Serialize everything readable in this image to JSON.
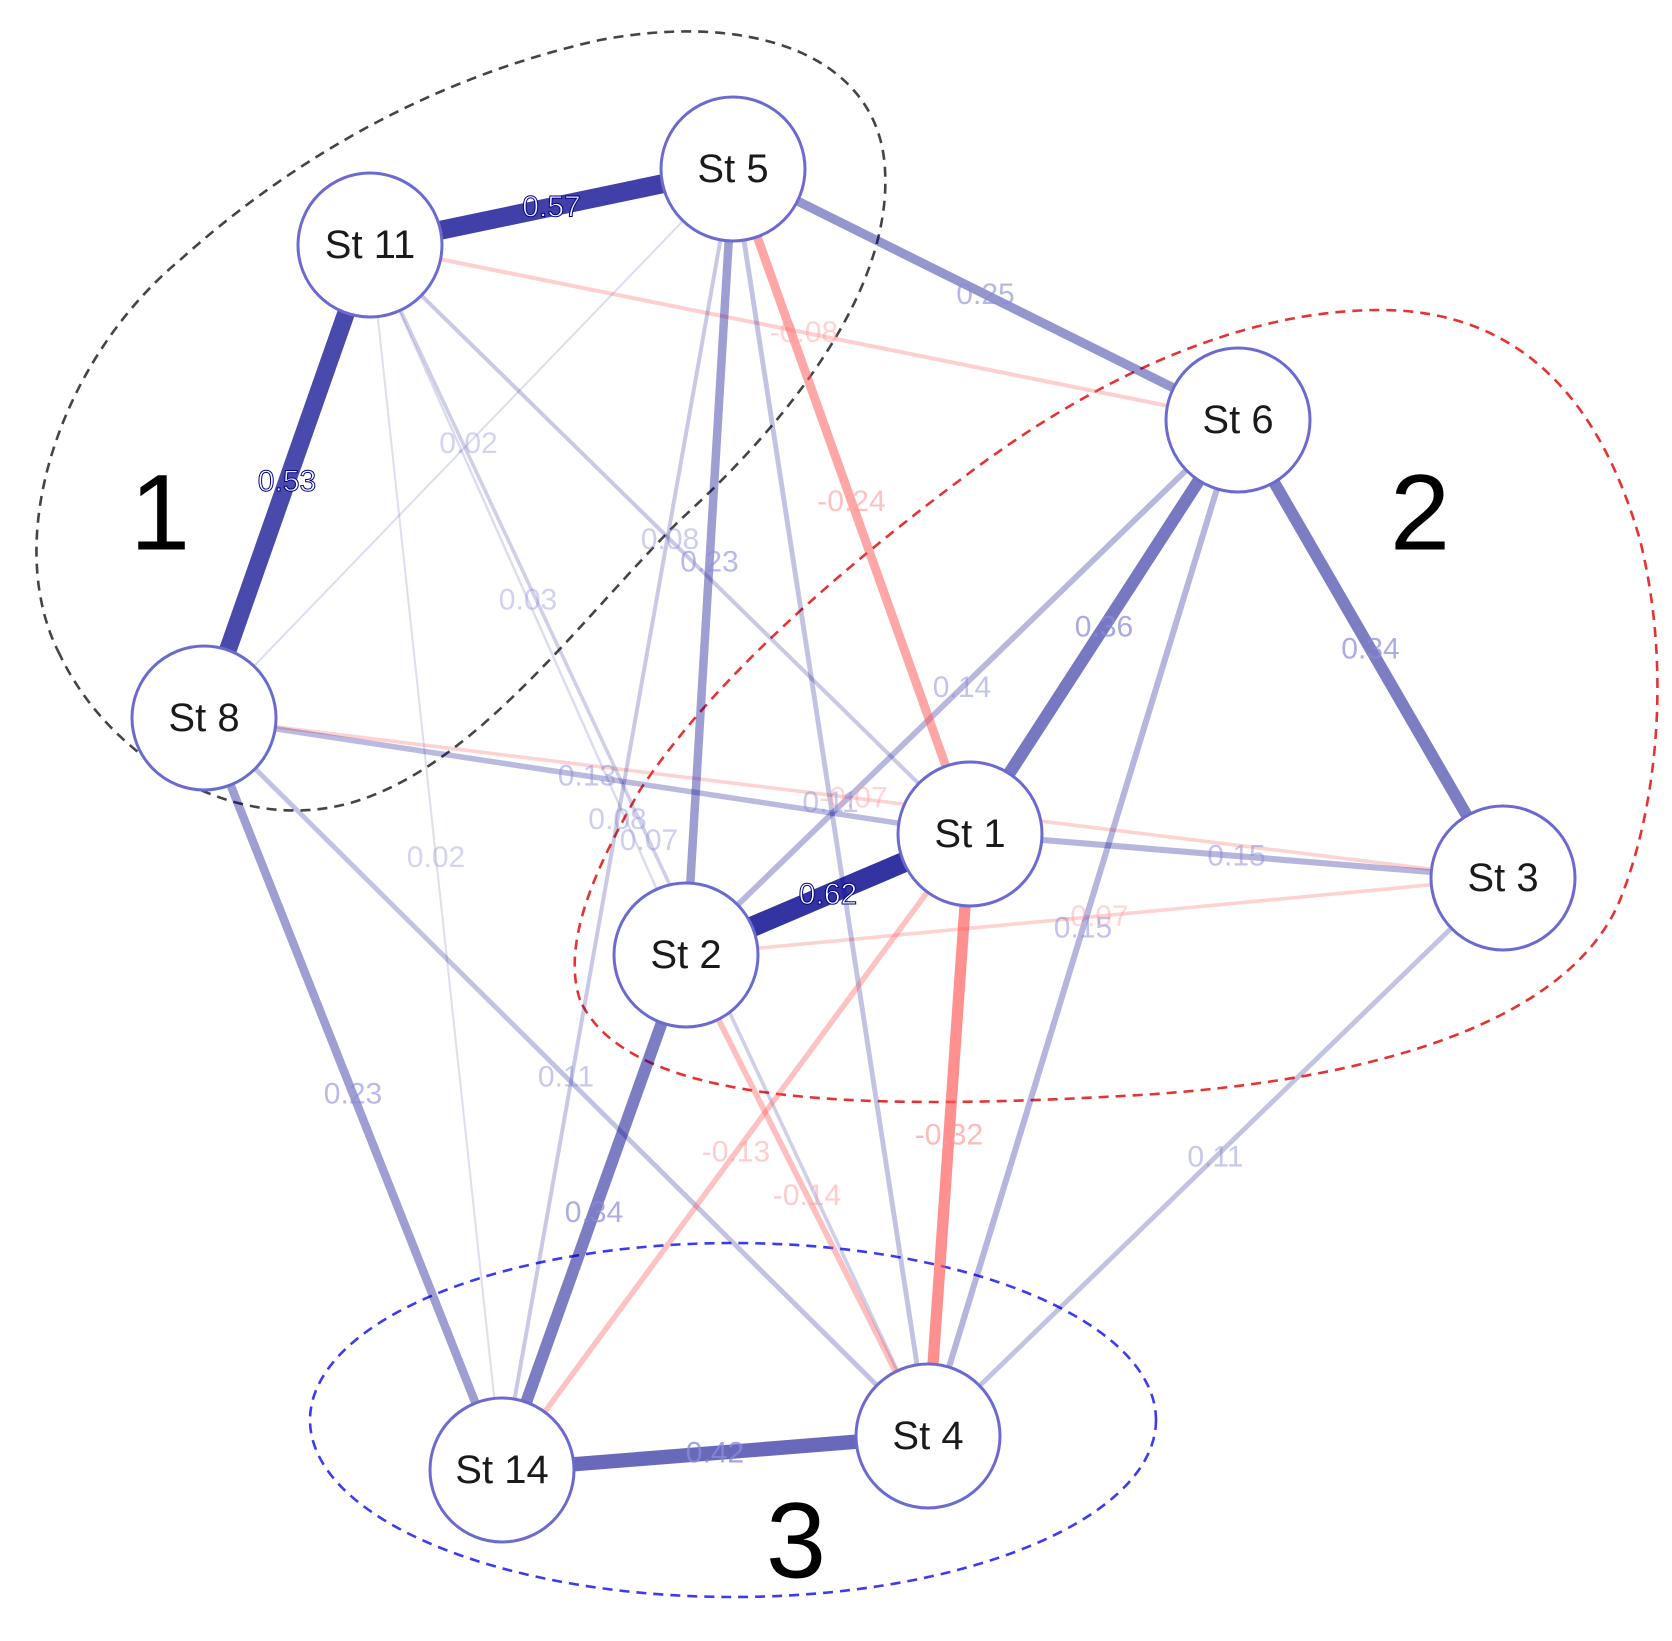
{
  "nodes": [
    {
      "id": "St 5",
      "label": "St 5"
    },
    {
      "id": "St 11",
      "label": "St 11"
    },
    {
      "id": "St 6",
      "label": "St 6"
    },
    {
      "id": "St 8",
      "label": "St 8"
    },
    {
      "id": "St 1",
      "label": "St 1"
    },
    {
      "id": "St 3",
      "label": "St 3"
    },
    {
      "id": "St 2",
      "label": "St 2"
    },
    {
      "id": "St 14",
      "label": "St 14"
    },
    {
      "id": "St 4",
      "label": "St 4"
    }
  ],
  "edges": [
    {
      "source": "St 11",
      "target": "St 5",
      "weight": 0.57,
      "label": "0.57"
    },
    {
      "source": "St 11",
      "target": "St 8",
      "weight": 0.53,
      "label": "0.53"
    },
    {
      "source": "St 2",
      "target": "St 1",
      "weight": 0.62,
      "label": "0.62"
    },
    {
      "source": "St 14",
      "target": "St 4",
      "weight": 0.42,
      "label": "0.42"
    },
    {
      "source": "St 6",
      "target": "St 1",
      "weight": 0.36,
      "label": "0.36"
    },
    {
      "source": "St 6",
      "target": "St 3",
      "weight": 0.34,
      "label": "0.34"
    },
    {
      "source": "St 2",
      "target": "St 14",
      "weight": 0.34,
      "label": "0.34"
    },
    {
      "source": "St 1",
      "target": "St 4",
      "weight": -0.32,
      "label": "-0.32"
    },
    {
      "source": "St 5",
      "target": "St 6",
      "weight": 0.25,
      "label": "0.25"
    },
    {
      "source": "St 5",
      "target": "St 1",
      "weight": -0.24,
      "label": "-0.24"
    },
    {
      "source": "St 5",
      "target": "St 2",
      "weight": 0.23,
      "label": "0.23"
    },
    {
      "source": "St 8",
      "target": "St 14",
      "weight": 0.23,
      "label": "0.23"
    },
    {
      "source": "St 6",
      "target": "St 4",
      "weight": 0.15,
      "label": "0.15"
    },
    {
      "source": "St 1",
      "target": "St 3",
      "weight": 0.15,
      "label": "0.15"
    },
    {
      "source": "St 6",
      "target": "St 2",
      "weight": 0.14,
      "label": "0.14"
    },
    {
      "source": "St 2",
      "target": "St 4",
      "weight": -0.14,
      "label": "-0.14"
    },
    {
      "source": "St 8",
      "target": "St 1",
      "weight": 0.13,
      "label": "0.13"
    },
    {
      "source": "St 1",
      "target": "St 14",
      "weight": -0.13,
      "label": "-0.13"
    },
    {
      "source": "St 5",
      "target": "St 4",
      "weight": 0.11,
      "label": "0.11"
    },
    {
      "source": "St 3",
      "target": "St 4",
      "weight": 0.11,
      "label": "0.11"
    },
    {
      "source": "St 8",
      "target": "St 4",
      "weight": 0.11,
      "label": "0.11"
    },
    {
      "source": "St 11",
      "target": "St 6",
      "weight": -0.08,
      "label": "-0.08"
    },
    {
      "source": "St 11",
      "target": "St 1",
      "weight": 0.08,
      "label": "0.08"
    },
    {
      "source": "St 5",
      "target": "St 14",
      "weight": 0.08,
      "label": "0.08"
    },
    {
      "source": "St 8",
      "target": "St 3",
      "weight": -0.07,
      "label": "-0.07"
    },
    {
      "source": "St 2",
      "target": "St 3",
      "weight": -0.07,
      "label": "-0.07"
    },
    {
      "source": "St 11",
      "target": "St 4",
      "weight": 0.07,
      "label": "0.07"
    },
    {
      "source": "St 11",
      "target": "St 2",
      "weight": 0.03,
      "label": "0.03"
    },
    {
      "source": "St 11",
      "target": "St 14",
      "weight": 0.02,
      "label": "0.02"
    },
    {
      "source": "St 5",
      "target": "St 8",
      "weight": 0.02,
      "label": "0.02"
    }
  ],
  "groups": [
    {
      "id": "1",
      "label": "1",
      "color": "#444444",
      "members": [
        "St 11",
        "St 5",
        "St 8"
      ]
    },
    {
      "id": "2",
      "label": "2",
      "color": "#e53333",
      "members": [
        "St 6",
        "St 1",
        "St 3",
        "St 2"
      ]
    },
    {
      "id": "3",
      "label": "3",
      "color": "#3b3bf0",
      "members": [
        "St 14",
        "St 4"
      ]
    }
  ],
  "colors": {
    "positive_edge": "#00008b",
    "negative_edge": "#ff5a5a",
    "node_border": "#6a6ad0"
  }
}
